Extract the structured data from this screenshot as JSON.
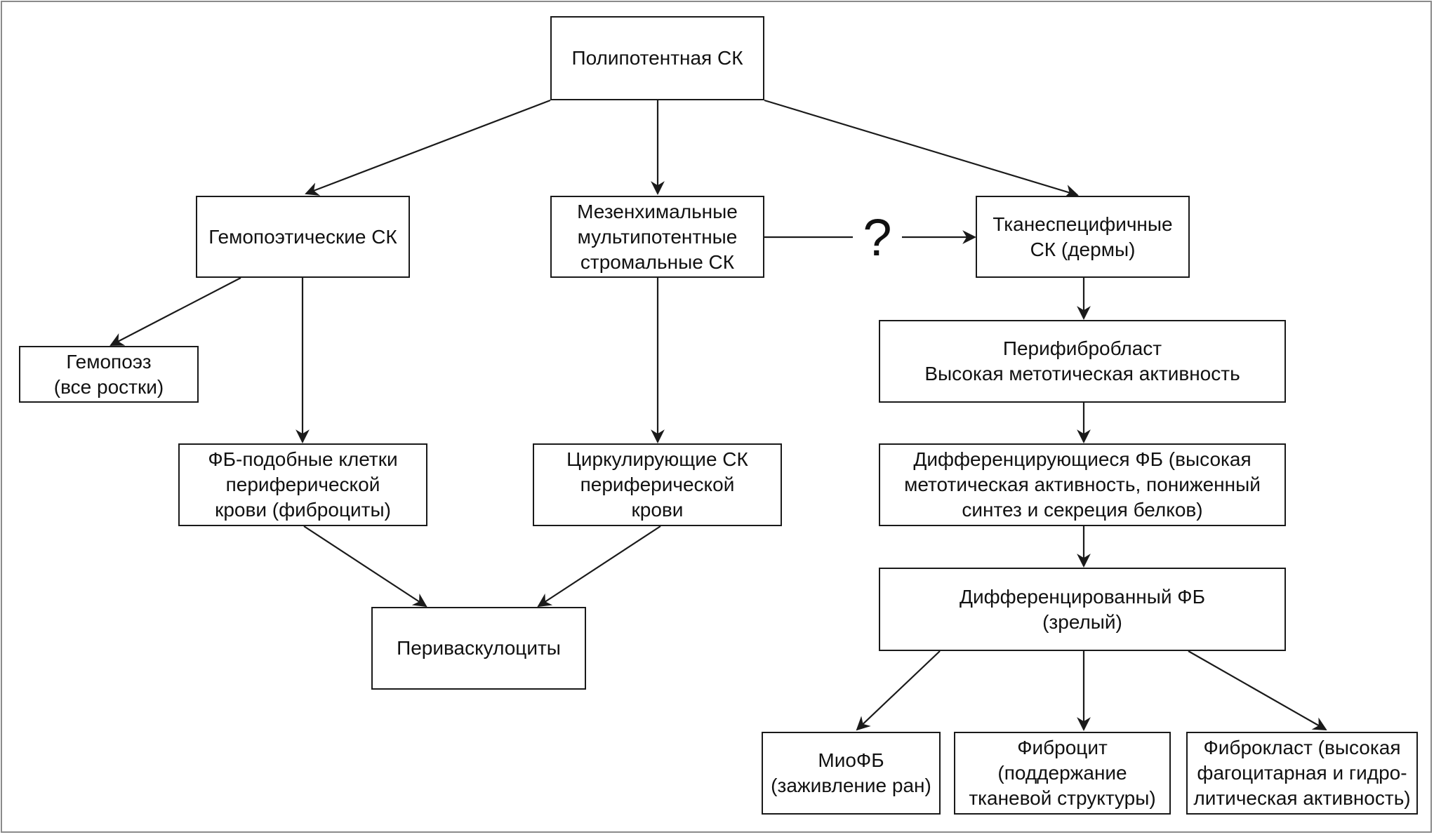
{
  "nodes": {
    "pluripotent": "Полипотентная СК",
    "hematopoietic": "Гемопоэтические СК",
    "mesenchymal": "Мезенхимальные\nмультипотентные\nстромальные СК",
    "tissue_specific": "Тканеспецифичные\nСК (дермы)",
    "hematopoiesis": "Гемопоэз\n(все ростки)",
    "fibrocytes_blood": "ФБ-подобные клетки\nпериферической\nкрови (фиброциты)",
    "circulating": "Циркулирующие СК\nпериферической\nкрови",
    "perivasculocytes": "Периваскулоциты",
    "perifibroblast": "Перифибробласт\nВысокая метотическая активность",
    "differentiating": "Дифференцирующиеся ФБ (высокая\nметотическая активность, пониженный\nсинтез и секреция белков)",
    "differentiated": "Дифференцированный ФБ\n(зрелый)",
    "myofb": "МиоФБ\n(заживление ран)",
    "fibrocyte": "Фиброцит\n(поддержание\nтканевой структуры)",
    "fibroclast": "Фиброкласт (высокая\nфагоцитарная и гидро-\nлитическая активность)"
  },
  "question_mark": "?",
  "colors": {
    "line": "#1a1a1a",
    "frame": "#8a8a8a"
  }
}
